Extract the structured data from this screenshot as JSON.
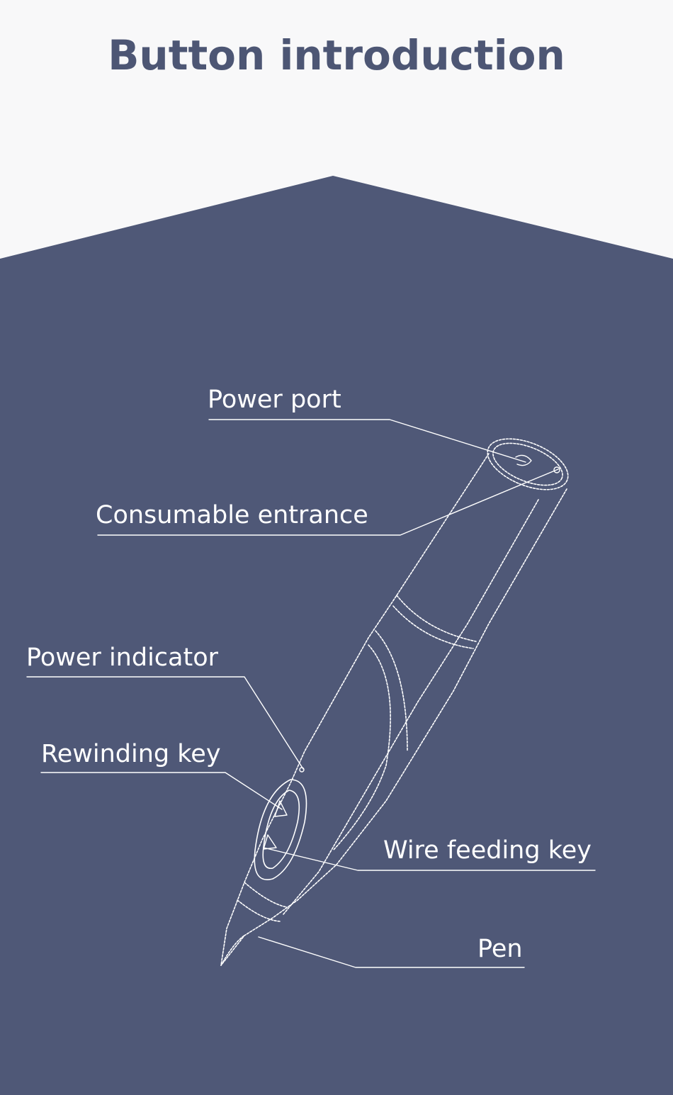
{
  "title": "Button introduction",
  "colors": {
    "page_background": "#f8f8f9",
    "panel_background": "#4f5877",
    "title": "#4d5674",
    "line_art": "#ffffff"
  },
  "labels": {
    "power_port": "Power port",
    "consumable_entrance": "Consumable entrance",
    "power_indicator": "Power indicator",
    "rewinding_key": "Rewinding key",
    "wire_feeding_key": "Wire feeding key",
    "pen": "Pen"
  }
}
